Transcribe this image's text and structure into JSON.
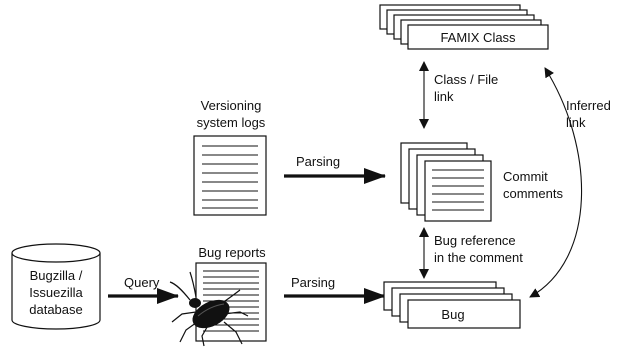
{
  "famix": {
    "label": "FAMIX Class"
  },
  "class_link": {
    "line1": "Class / File",
    "line2": "link"
  },
  "inferred": {
    "line1": "Inferred",
    "line2": "link"
  },
  "versioning": {
    "line1": "Versioning",
    "line2": "system logs"
  },
  "parsing_top": {
    "label": "Parsing"
  },
  "commit": {
    "line1": "Commit",
    "line2": "comments"
  },
  "bug_ref": {
    "line1": "Bug reference",
    "line2": "in the comment"
  },
  "database": {
    "line1": "Bugzilla /",
    "line2": "Issuezilla",
    "line3": "database"
  },
  "bug_reports": {
    "label": "Bug reports"
  },
  "query": {
    "label": "Query"
  },
  "parsing_bottom": {
    "label": "Parsing"
  },
  "bug": {
    "label": "Bug"
  }
}
